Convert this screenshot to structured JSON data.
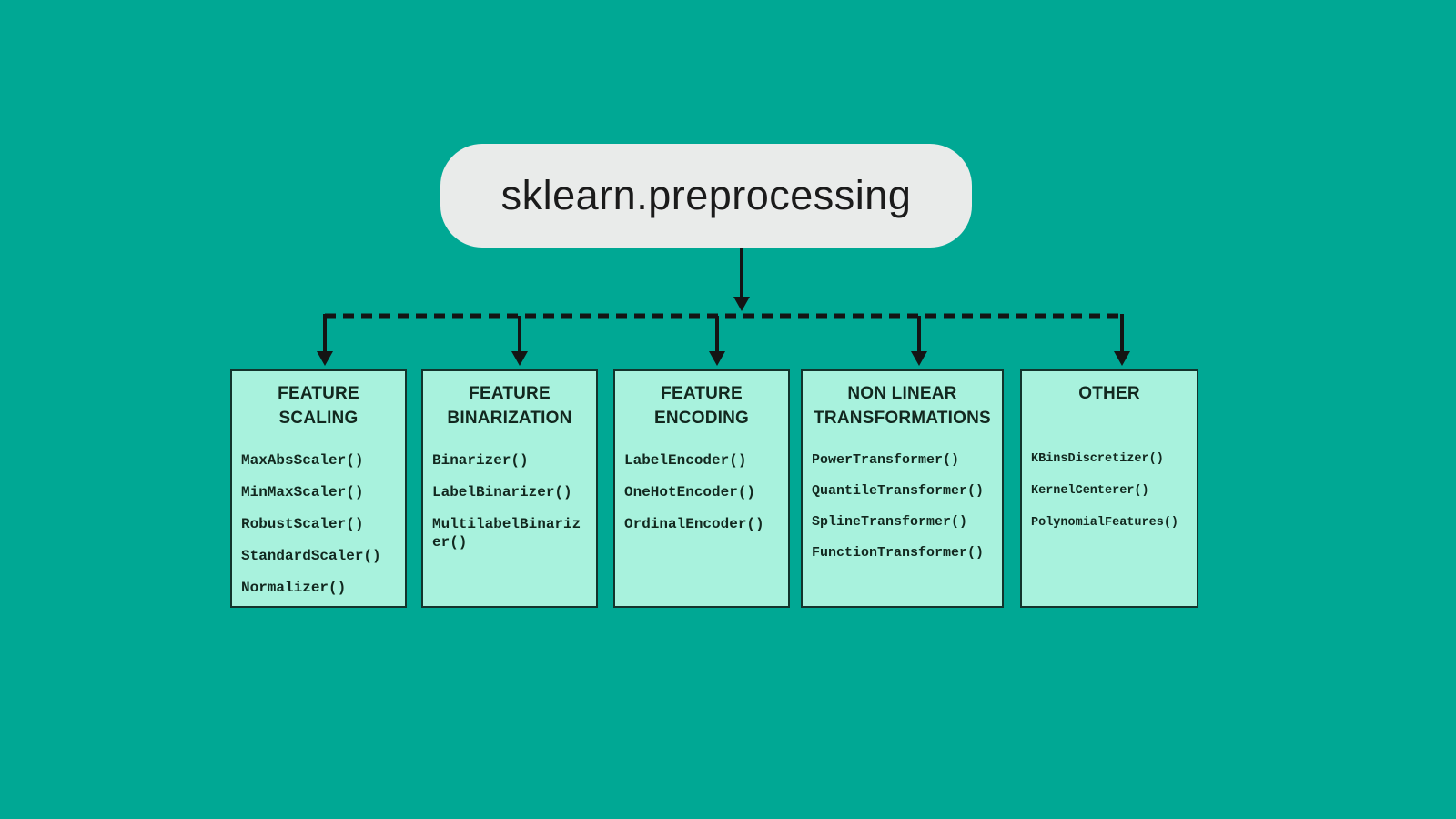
{
  "colors": {
    "background": "#00A894",
    "node_fill": "#A8F2DD",
    "node_border": "#13342C",
    "root_fill": "#E9EBEA",
    "connector": "#141414",
    "text": "#12281F"
  },
  "root": {
    "label": "sklearn.preprocessing"
  },
  "branches": [
    {
      "title": "FEATURE\nSCALING",
      "items": [
        "MaxAbsScaler()",
        "MinMaxScaler()",
        "RobustScaler()",
        "StandardScaler()",
        "Normalizer()"
      ]
    },
    {
      "title": "FEATURE\nBINARIZATION",
      "items": [
        "Binarizer()",
        "LabelBinarizer()",
        "MultilabelBinarizer()"
      ]
    },
    {
      "title": "FEATURE\nENCODING",
      "items": [
        "LabelEncoder()",
        "OneHotEncoder()",
        "OrdinalEncoder()"
      ]
    },
    {
      "title": "NON LINEAR\nTRANSFORMATIONS",
      "items": [
        "PowerTransformer()",
        "QuantileTransformer()",
        "SplineTransformer()",
        "FunctionTransformer()"
      ]
    },
    {
      "title": "OTHER",
      "items": [
        "KBinsDiscretizer()",
        "KernelCenterer()",
        "PolynomialFeatures()"
      ]
    }
  ]
}
